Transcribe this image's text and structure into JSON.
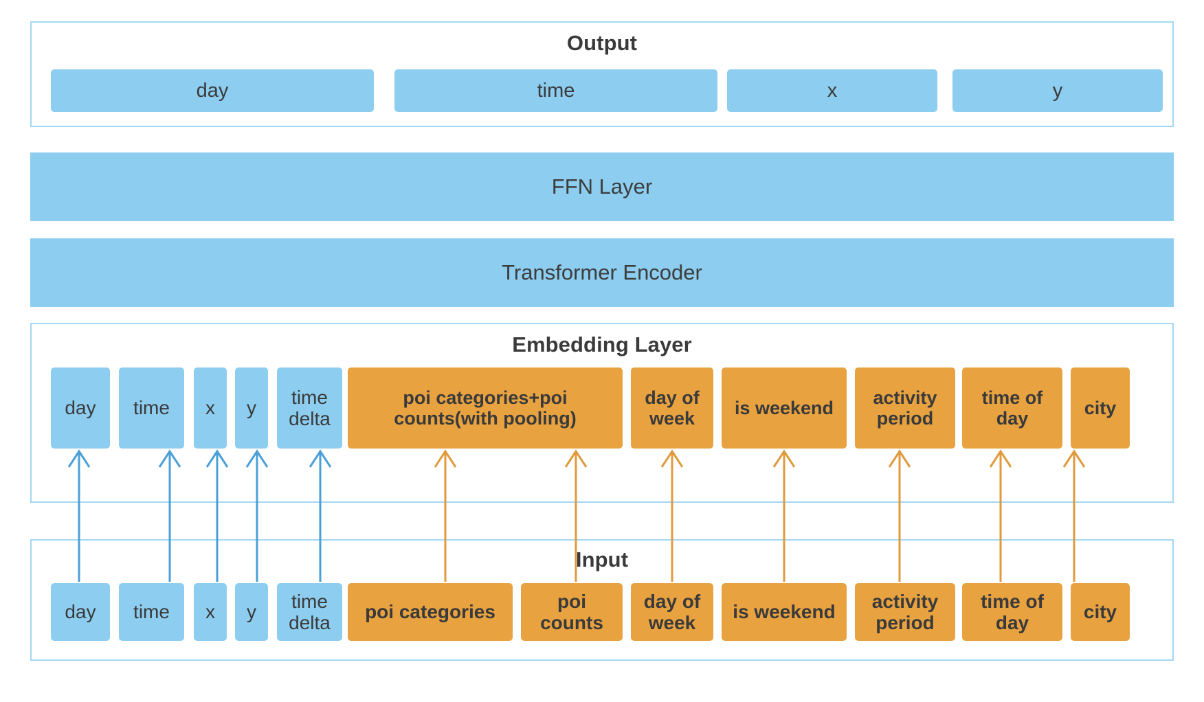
{
  "diagram": {
    "title_output": "Output",
    "title_embedding": "Embedding Layer",
    "title_input": "Input",
    "colors": {
      "blue": "#8dcdef",
      "orange": "#e8a240",
      "border": "#a2d8f2",
      "text": "#3a3a3a"
    },
    "layers": [
      {
        "label": "FFN Layer"
      },
      {
        "label": "Transformer Encoder"
      }
    ],
    "output": {
      "title": "Output",
      "items": [
        {
          "label": "day",
          "color": "blue"
        },
        {
          "label": "time",
          "color": "blue"
        },
        {
          "label": "x",
          "color": "blue"
        },
        {
          "label": "y",
          "color": "blue"
        }
      ]
    },
    "embedding": {
      "title": "Embedding Layer",
      "items": [
        {
          "label": "day",
          "color": "blue"
        },
        {
          "label": "time",
          "color": "blue"
        },
        {
          "label": "x",
          "color": "blue"
        },
        {
          "label": "y",
          "color": "blue"
        },
        {
          "label": "time delta",
          "color": "blue"
        },
        {
          "label": "poi categories+poi counts(with pooling)",
          "color": "orange"
        },
        {
          "label": "day of week",
          "color": "orange"
        },
        {
          "label": "is weekend",
          "color": "orange"
        },
        {
          "label": "activity period",
          "color": "orange"
        },
        {
          "label": "time of day",
          "color": "orange"
        },
        {
          "label": "city",
          "color": "orange"
        }
      ]
    },
    "input": {
      "title": "Input",
      "items": [
        {
          "label": "day",
          "color": "blue"
        },
        {
          "label": "time",
          "color": "blue"
        },
        {
          "label": "x",
          "color": "blue"
        },
        {
          "label": "y",
          "color": "blue"
        },
        {
          "label": "time delta",
          "color": "blue"
        },
        {
          "label": "poi categories",
          "color": "orange"
        },
        {
          "label": "poi counts",
          "color": "orange"
        },
        {
          "label": "day of week",
          "color": "orange"
        },
        {
          "label": "is weekend",
          "color": "orange"
        },
        {
          "label": "activity period",
          "color": "orange"
        },
        {
          "label": "time of day",
          "color": "orange"
        },
        {
          "label": "city",
          "color": "orange"
        }
      ]
    },
    "connections": [
      {
        "from": "day",
        "to": "day",
        "color": "blue"
      },
      {
        "from": "time",
        "to": "time",
        "color": "blue"
      },
      {
        "from": "x",
        "to": "x",
        "color": "blue"
      },
      {
        "from": "y",
        "to": "y",
        "color": "blue"
      },
      {
        "from": "time delta",
        "to": "time delta",
        "color": "blue"
      },
      {
        "from": "poi categories",
        "to": "poi categories+poi counts(with pooling)",
        "color": "orange"
      },
      {
        "from": "poi counts",
        "to": "poi categories+poi counts(with pooling)",
        "color": "orange"
      },
      {
        "from": "day of week",
        "to": "day of week",
        "color": "orange"
      },
      {
        "from": "is weekend",
        "to": "is weekend",
        "color": "orange"
      },
      {
        "from": "activity period",
        "to": "activity period",
        "color": "orange"
      },
      {
        "from": "time of day",
        "to": "time of day",
        "color": "orange"
      },
      {
        "from": "city",
        "to": "city",
        "color": "orange"
      }
    ]
  }
}
